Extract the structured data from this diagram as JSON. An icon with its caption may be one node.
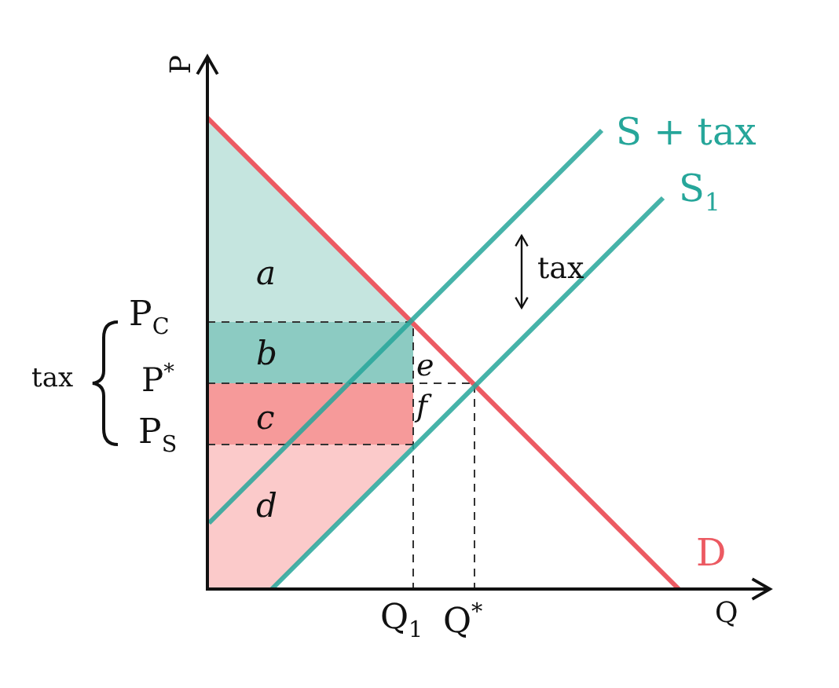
{
  "diagram": {
    "labels": [
      "P",
      "S + tax",
      "S$_{1}$",
      "a",
      "tax",
      "P$_{C}$",
      "b",
      "tax",
      "P$^{*}$",
      "e",
      "f",
      "c",
      "P$_{S}$",
      "d",
      "D",
      "Q$_{1}$",
      "Q$^{*}$",
      "Q"
    ]
  }
}
